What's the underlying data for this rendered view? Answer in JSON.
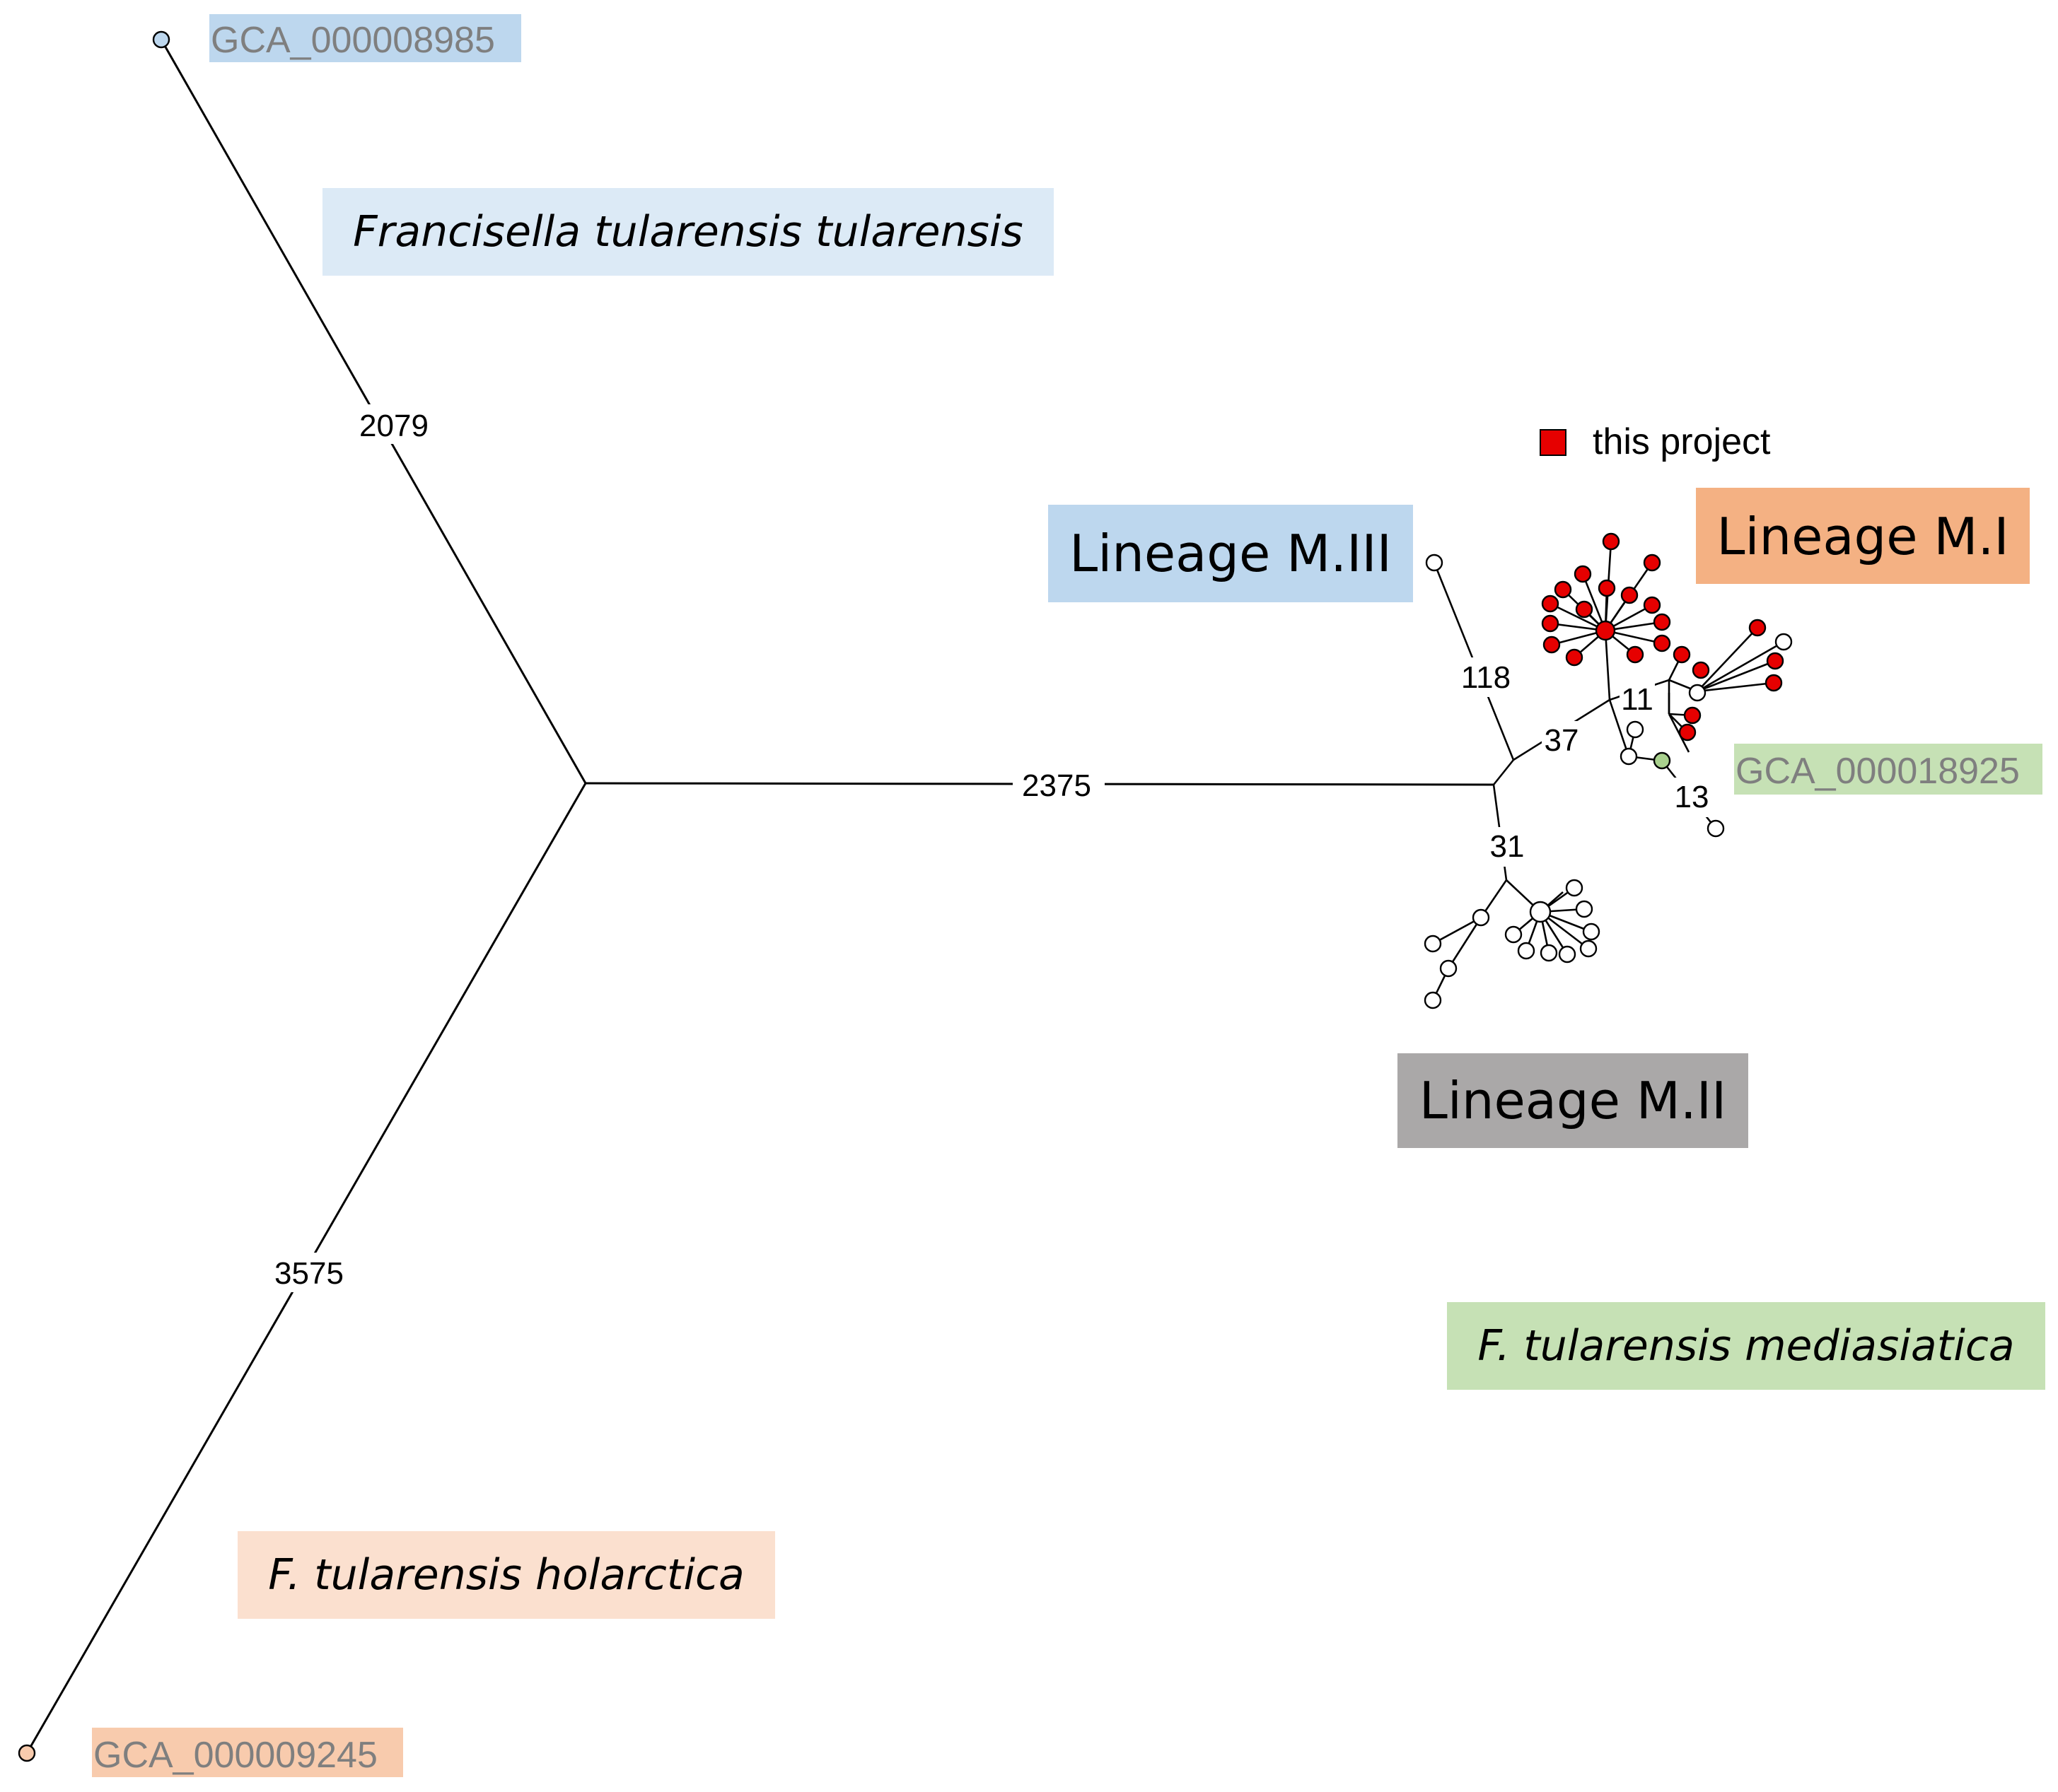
{
  "legend": {
    "label": "this project",
    "marker_color": "#e60000",
    "marker_shape": "square"
  },
  "clades": {
    "tularensis": {
      "label": "Francisella tularensis tularensis",
      "bg": "#dceaf6"
    },
    "holarctica": {
      "label": "F. tularensis holarctica",
      "bg": "#fbe0cf"
    },
    "mediasiatica": {
      "label": "F. tularensis mediasiatica",
      "bg": "#c6e1b5"
    },
    "lineage_m1": {
      "label": "Lineage M.I",
      "bg": "#f4b183"
    },
    "lineage_m2": {
      "label": "Lineage M.II",
      "bg": "#aaa8a8"
    },
    "lineage_m3": {
      "label": "Lineage M.III",
      "bg": "#bdd7ee"
    }
  },
  "reference_genomes": {
    "gca_8985": {
      "label": "GCA_000008985",
      "bg": "#bdd7ee",
      "node_color": "#bdd7ee"
    },
    "gca_9245": {
      "label": "GCA_000009245",
      "bg": "#f8cbad",
      "node_color": "#f8cbad"
    },
    "gca_18925": {
      "label": "GCA_000018925",
      "bg": "#c6e1b5",
      "node_color": "#a9d18e"
    }
  },
  "branch_lengths": {
    "to_tularensis": "2079",
    "to_mediasiatica": "2375",
    "to_holarctica": "3575",
    "to_lineage_m3": "118",
    "to_lineage_m1_group": "37",
    "to_lineage_m2": "31",
    "m1_subbranch": "11",
    "to_gca_18925": "13"
  },
  "colors": {
    "project_node": "#e60000",
    "other_node": "#ffffff",
    "edge": "#000000"
  }
}
